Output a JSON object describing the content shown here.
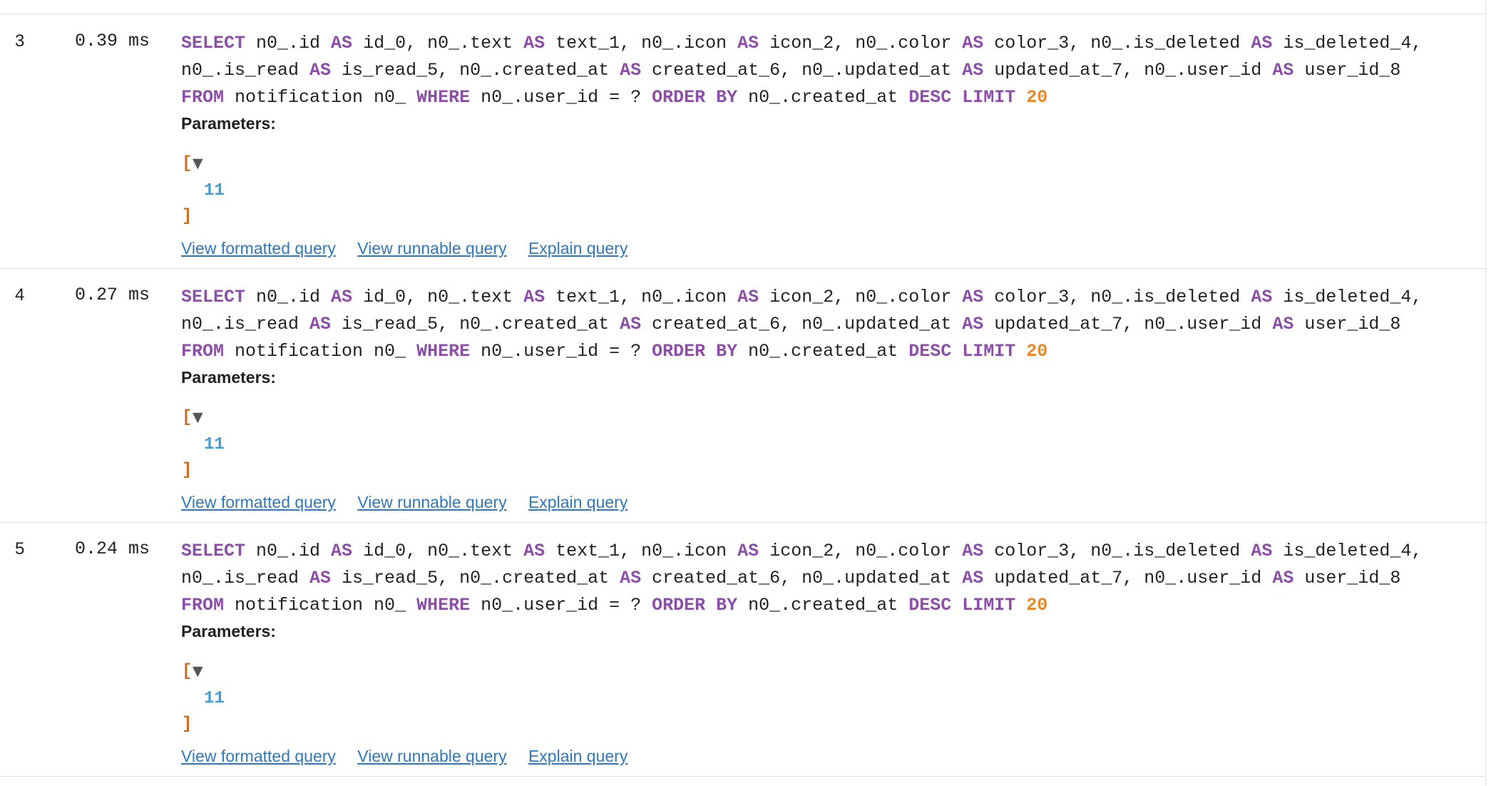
{
  "parameters_label": "Parameters:",
  "param_toggle_glyph": "▼",
  "bracket_open": "[",
  "bracket_close": "]",
  "links": {
    "formatted": "View formatted query",
    "runnable": "View runnable query",
    "explain": "Explain query"
  },
  "queries": [
    {
      "number": "3",
      "time": "0.39 ms",
      "param_value": "11"
    },
    {
      "number": "4",
      "time": "0.27 ms",
      "param_value": "11"
    },
    {
      "number": "5",
      "time": "0.24 ms",
      "param_value": "11"
    }
  ],
  "sql_lines": [
    [
      {
        "k": 1,
        "t": "SELECT"
      },
      {
        "k": 0,
        "t": " n0_.id "
      },
      {
        "k": 1,
        "t": "AS"
      },
      {
        "k": 0,
        "t": " id_0, n0_.text "
      },
      {
        "k": 1,
        "t": "AS"
      },
      {
        "k": 0,
        "t": " text_1, n0_.icon "
      },
      {
        "k": 1,
        "t": "AS"
      },
      {
        "k": 0,
        "t": " icon_2, n0_.color "
      },
      {
        "k": 1,
        "t": "AS"
      },
      {
        "k": 0,
        "t": " color_3, n0_.is_deleted "
      },
      {
        "k": 1,
        "t": "AS"
      },
      {
        "k": 0,
        "t": " is_deleted_4,"
      }
    ],
    [
      {
        "k": 0,
        "t": "n0_.is_read "
      },
      {
        "k": 1,
        "t": "AS"
      },
      {
        "k": 0,
        "t": " is_read_5, n0_.created_at "
      },
      {
        "k": 1,
        "t": "AS"
      },
      {
        "k": 0,
        "t": " created_at_6, n0_.updated_at "
      },
      {
        "k": 1,
        "t": "AS"
      },
      {
        "k": 0,
        "t": " updated_at_7, n0_.user_id "
      },
      {
        "k": 1,
        "t": "AS"
      },
      {
        "k": 0,
        "t": " user_id_8"
      }
    ],
    [
      {
        "k": 1,
        "t": "FROM"
      },
      {
        "k": 0,
        "t": " notification n0_ "
      },
      {
        "k": 1,
        "t": "WHERE"
      },
      {
        "k": 0,
        "t": " n0_.user_id = ? "
      },
      {
        "k": 1,
        "t": "ORDER BY"
      },
      {
        "k": 0,
        "t": " n0_.created_at "
      },
      {
        "k": 1,
        "t": "DESC"
      },
      {
        "k": 0,
        "t": " "
      },
      {
        "k": 1,
        "t": "LIMIT"
      },
      {
        "k": 0,
        "t": " "
      },
      {
        "k": 2,
        "t": "20"
      }
    ]
  ]
}
